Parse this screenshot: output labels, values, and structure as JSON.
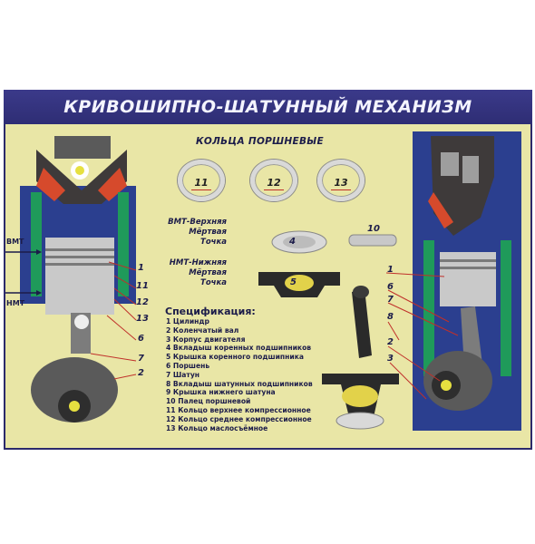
{
  "title": "КРИВОШИПНО-ШАТУННЫЙ МЕХАНИЗМ",
  "rings_title": "КОЛЬЦА ПОРШНЕВЫЕ",
  "rings": [
    "11",
    "12",
    "13"
  ],
  "left_labels": {
    "top": "ВМТ",
    "bottom": "НМТ"
  },
  "notes": {
    "vmt": [
      "ВМТ-Верхняя",
      "Мёртвая",
      "Точка"
    ],
    "nmt": [
      "НМТ-Нижняя",
      "Мёртвая",
      "Точка"
    ]
  },
  "part_numbers": {
    "liners": "4",
    "cap": "5",
    "pin": "10"
  },
  "left_callouts": [
    "1",
    "11",
    "12",
    "13",
    "6",
    "7",
    "2"
  ],
  "right_callouts": [
    "1",
    "6",
    "7",
    "8",
    "2",
    "3"
  ],
  "spec_title": "Спецификация:",
  "specs": [
    "1 Цилиндр",
    "2 Коленчатый вал",
    "3 Корпус двигателя",
    "4 Вкладыш коренных подшипников",
    "5 Крышка коренного подшипника",
    "6 Поршень",
    "7 Шатун",
    "8 Вкладыш шатунных подшипников",
    "9 Крышка нижнего шатуна",
    "10 Палец поршневой",
    "11 Кольцо верхнее компрессионное",
    "12 Кольцо среднее компрессионное",
    "13 Кольцо маслосъёмное"
  ],
  "colors": {
    "board": "#e9e6a6",
    "header": "#2e2d74",
    "block": "#2b3f8f",
    "coolant": "#1f9a5a",
    "accent": "#c0302a"
  }
}
